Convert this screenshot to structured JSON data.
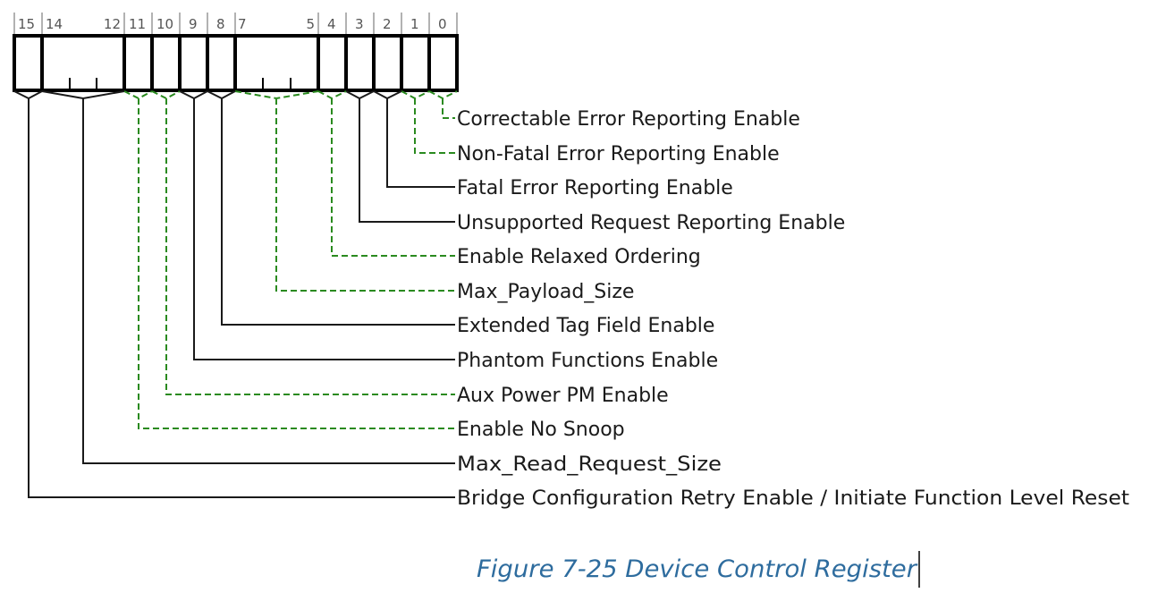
{
  "register": {
    "bit_labels": [
      "15",
      "14",
      "12",
      "11",
      "10",
      "9",
      "8",
      "7",
      "5",
      "4",
      "3",
      "2",
      "1",
      "0"
    ],
    "fields": [
      {
        "label": "Correctable Error Reporting Enable",
        "bits": "0",
        "style": "dashed"
      },
      {
        "label": "Non-Fatal Error Reporting Enable",
        "bits": "1",
        "style": "dashed"
      },
      {
        "label": "Fatal Error Reporting Enable",
        "bits": "2",
        "style": "solid"
      },
      {
        "label": "Unsupported Request Reporting Enable",
        "bits": "3",
        "style": "solid"
      },
      {
        "label": "Enable Relaxed Ordering",
        "bits": "4",
        "style": "dashed"
      },
      {
        "label": "Max_Payload_Size",
        "bits": "7:5",
        "style": "dashed"
      },
      {
        "label": "Extended Tag Field Enable",
        "bits": "8",
        "style": "solid"
      },
      {
        "label": "Phantom Functions Enable",
        "bits": "9",
        "style": "solid"
      },
      {
        "label": "Aux Power PM Enable",
        "bits": "10",
        "style": "dashed"
      },
      {
        "label": "Enable No Snoop",
        "bits": "11",
        "style": "dashed"
      },
      {
        "label": "Max_Read_Request_Size",
        "bits": "14:12",
        "style": "solid"
      },
      {
        "label": "Bridge Configuration Retry Enable / Initiate Function Level Reset",
        "bits": "15",
        "style": "solid"
      }
    ]
  },
  "colors": {
    "solid_line": "#1a1a1a",
    "dashed_line": "#2a8a1f",
    "caption": "#2e6c9e"
  },
  "caption": "Figure  7-25  Device Control Register"
}
